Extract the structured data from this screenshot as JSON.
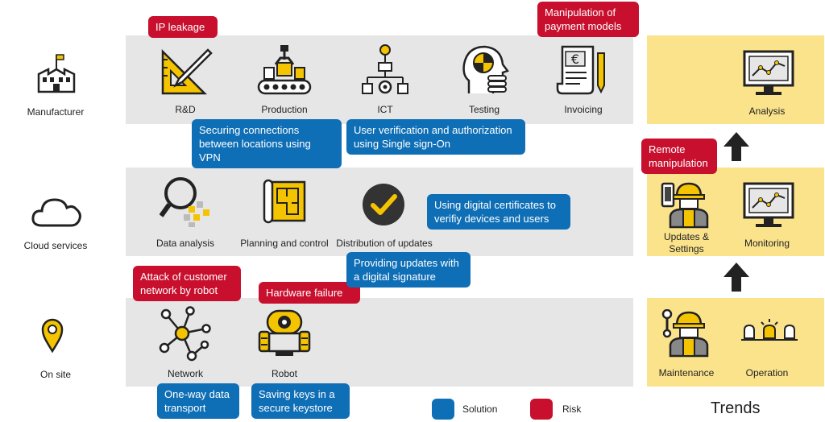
{
  "colors": {
    "risk": "#c8102e",
    "solution": "#0f6fb6",
    "band": "#e6e6e6",
    "trend_band": "#fbe38c"
  },
  "rows": {
    "manufacturer": "Manufacturer",
    "cloud": "Cloud services",
    "onsite": "On site"
  },
  "nodes": {
    "rd": "R&D",
    "production": "Production",
    "ict": "ICT",
    "testing": "Testing",
    "invoicing": "Invoicing",
    "data_analysis": "Data analysis",
    "planning": "Planning and control",
    "distribution": "Distribution of updates",
    "network": "Network",
    "robot": "Robot"
  },
  "risks": {
    "ip_leakage": "IP leakage",
    "manipulation_payment": "Manipulation of payment models",
    "attack_customer": "Attack of customer network by robot",
    "hardware_failure": "Hardware failure",
    "remote_manipulation": "Remote manipulation"
  },
  "solutions": {
    "vpn": "Securing connections between locations using VPN",
    "sso": "User verification and authorization using Single sign-On",
    "certificates": "Using digital certificates to verifiy devices and users",
    "digital_signature": "Providing updates with a digital signature",
    "one_way": "One-way data transport",
    "keystore": "Saving keys in a secure keystore"
  },
  "trends": {
    "title": "Trends",
    "analysis": "Analysis",
    "updates": "Updates & Settings",
    "monitoring": "Monitoring",
    "maintenance": "Maintenance",
    "operation": "Operation"
  },
  "legend": {
    "solution": "Solution",
    "risk": "Risk"
  },
  "icons": [
    "factory-icon",
    "cloud-icon",
    "location-pin-icon",
    "ruler-pencil-icon",
    "conveyor-robot-icon",
    "network-hierarchy-icon",
    "head-test-icon",
    "invoice-euro-icon",
    "magnifier-data-icon",
    "blueprint-icon",
    "checkmark-icon",
    "network-nodes-icon",
    "robot-icon",
    "monitor-chart-icon",
    "phone-icon",
    "worker-icon",
    "arrow-up-icon",
    "lights-icon"
  ]
}
